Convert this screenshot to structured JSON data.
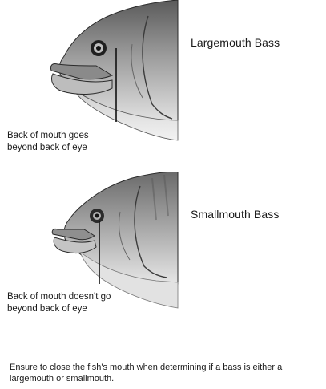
{
  "figures": [
    {
      "species": "Largemouth Bass",
      "caption_line1": "Back of mouth goes",
      "caption_line2": "beyond back of eye",
      "fish_icon": "largemouth-bass-head"
    },
    {
      "species": "Smallmouth Bass",
      "caption_line1": "Back of mouth doesn't go",
      "caption_line2": "beyond back of eye",
      "fish_icon": "smallmouth-bass-head"
    }
  ],
  "note": "Ensure to close the fish's mouth when determining if a bass is either a largemouth or smallmouth.",
  "colors": {
    "text": "#1a1a1a",
    "background": "#ffffff",
    "fish_dark": "#3a3a3a",
    "fish_light": "#e6e6e6"
  }
}
